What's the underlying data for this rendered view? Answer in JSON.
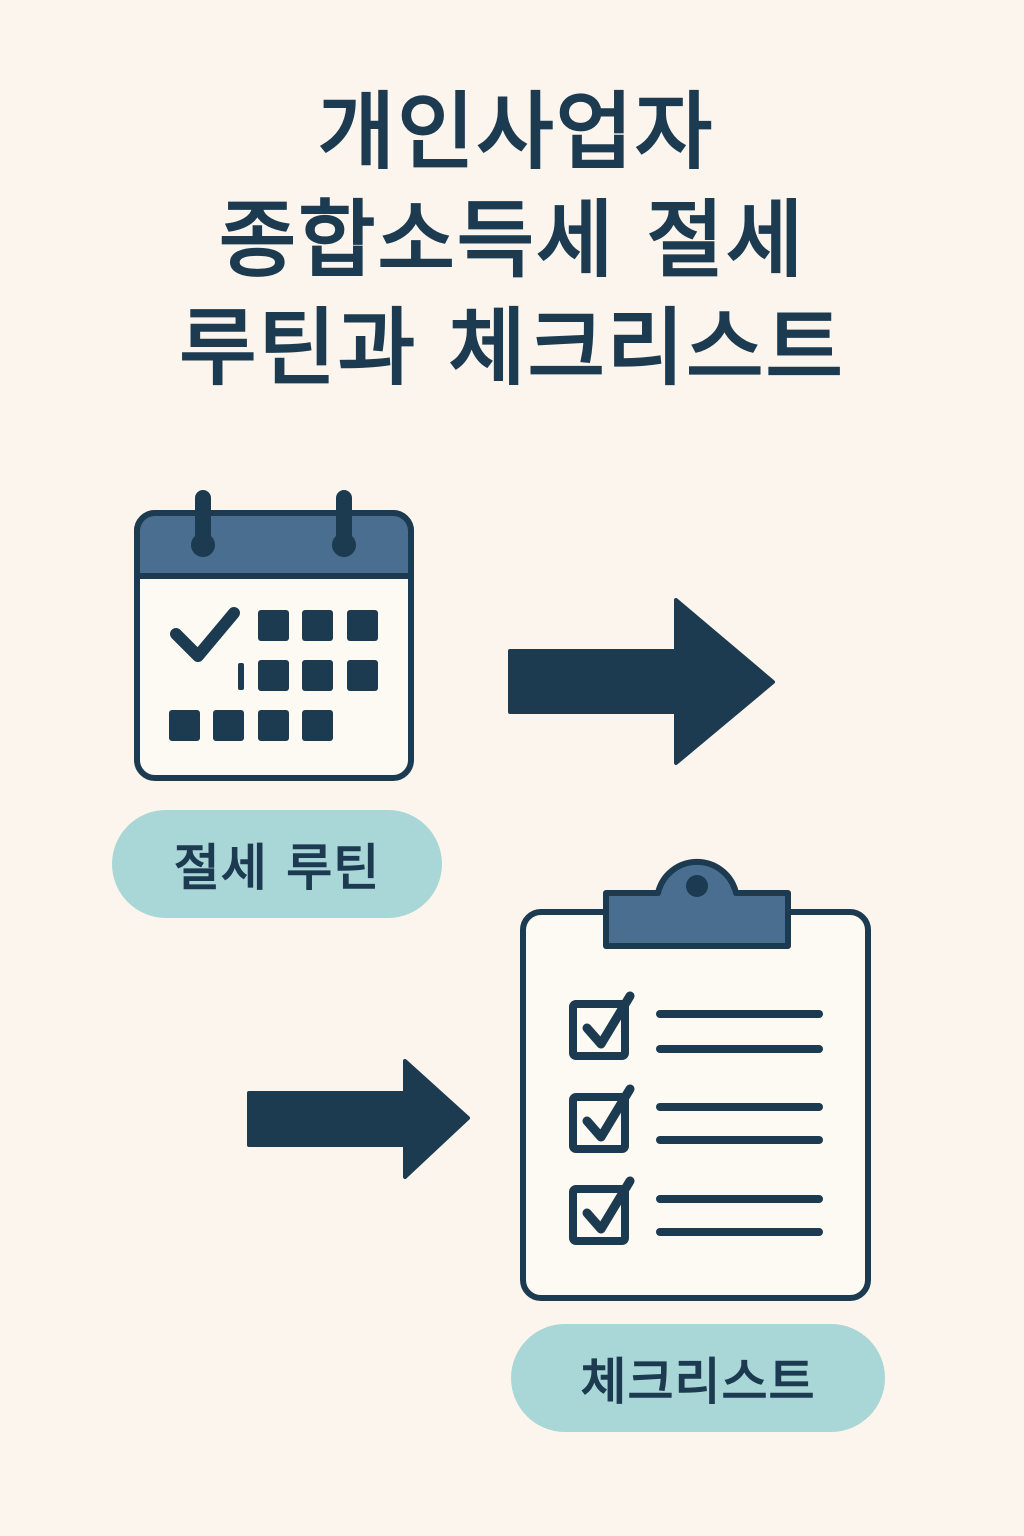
{
  "title": {
    "line1": "개인사업자",
    "line2": "종합소득세 절세",
    "line3": "루틴과 체크리스트"
  },
  "labels": {
    "routine": "절세 루틴",
    "checklist": "체크리스트"
  },
  "icons": {
    "calendar": "calendar-check-icon",
    "clipboard": "clipboard-checklist-icon",
    "arrow": "arrow-right-icon"
  },
  "colors": {
    "background": "#fbf5ed",
    "dark_navy": "#1c3a50",
    "slate_blue": "#4a6e8f",
    "pill_teal": "#a9d6d6",
    "paper": "#fdfaf4"
  }
}
